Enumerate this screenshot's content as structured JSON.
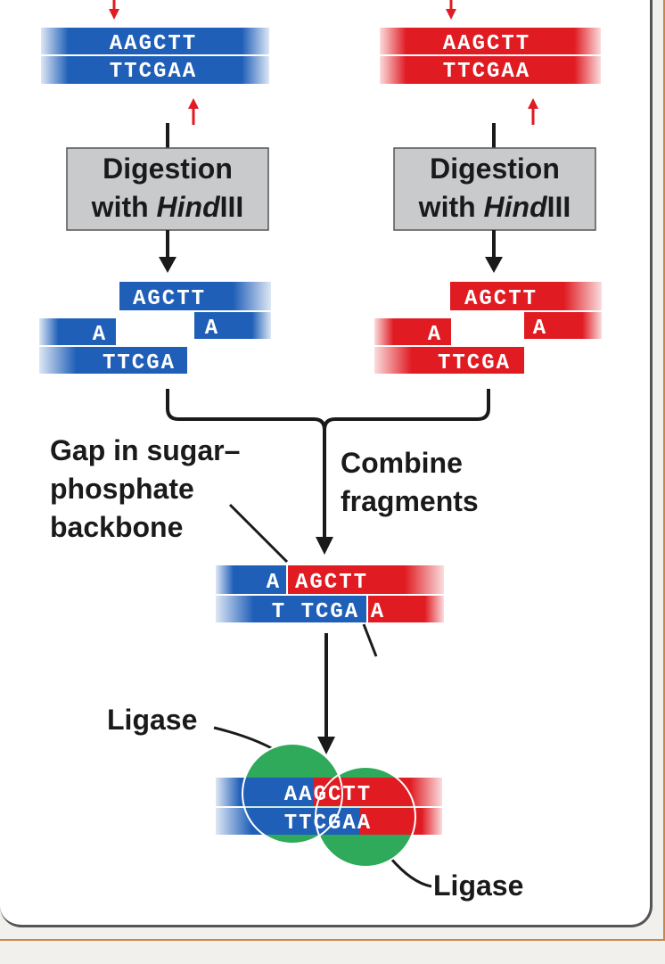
{
  "strands": {
    "left_top": "AAGCTT",
    "left_bottom": "TTCGAA",
    "right_top": "AAGCTT",
    "right_bottom": "TTCGAA"
  },
  "digest_box": {
    "line1": "Digestion",
    "line2_prefix": "with ",
    "line2_italic": "Hind",
    "line2_suffix": "III"
  },
  "fragments": {
    "overhang_top": "AGCTT",
    "a_left": "A",
    "a_right": "A",
    "bottom": "TTCGA"
  },
  "labels": {
    "gap_line1": "Gap in sugar–",
    "gap_line2": "phosphate",
    "gap_line3": "backbone",
    "combine_line1": "Combine",
    "combine_line2": "fragments",
    "ligase_top": "Ligase",
    "ligase_bottom": "Ligase"
  },
  "combined": {
    "top_left": "A",
    "top_right": "AGCTT",
    "bottom_left": "T TCGA",
    "bottom_right": "A"
  },
  "ligated": {
    "top": "AAGCTT",
    "bottom": "TTCGAA"
  },
  "colors": {
    "blue": "#1f5fb8",
    "red": "#e01b22",
    "green": "#2eaa5a",
    "box_gray": "#c9cacc",
    "arrow_red": "#e01b22"
  }
}
